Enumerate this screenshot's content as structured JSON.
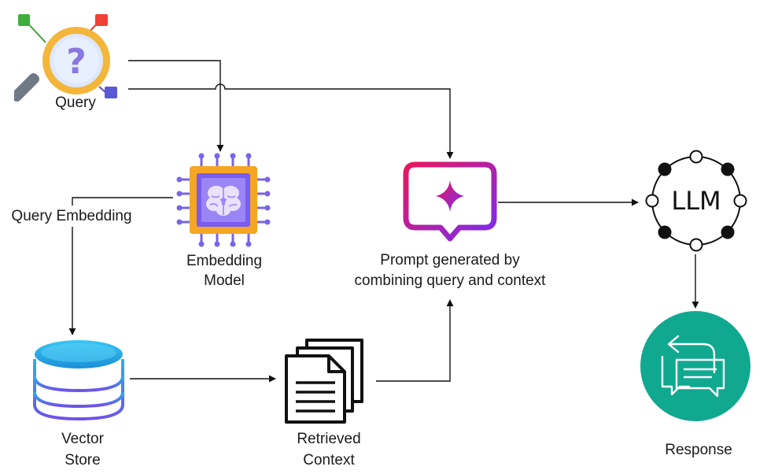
{
  "labels": {
    "query": "Query",
    "query_embedding": "Query Embedding",
    "embedding_model_line1": "Embedding",
    "embedding_model_line2": "Model",
    "prompt_line1": "Prompt generated by",
    "prompt_line2": "combining query and context",
    "llm": "LLM",
    "response": "Response",
    "vector_store_line1": "Vector",
    "vector_store_line2": "Store",
    "retrieved_context_line1": "Retrieved",
    "retrieved_context_line2": "Context"
  },
  "icons": {
    "query": "magnifier-question-icon",
    "embedding_model": "brain-chip-icon",
    "prompt": "sparkle-chat-icon",
    "llm": "llm-ring-icon",
    "response": "chat-reply-icon",
    "vector_store": "database-icon",
    "retrieved_context": "documents-stack-icon"
  },
  "colors": {
    "connector": "#111111",
    "chip_body": "#f5a623",
    "chip_core": "#7b5cf0",
    "prompt_gradient_start": "#e8175d",
    "prompt_gradient_end": "#7a2cf0",
    "response_circle": "#11a890",
    "database_top": "#27b3ec",
    "database_bottom": "#6f52e8",
    "magnifier_ring": "#f3b63a"
  }
}
